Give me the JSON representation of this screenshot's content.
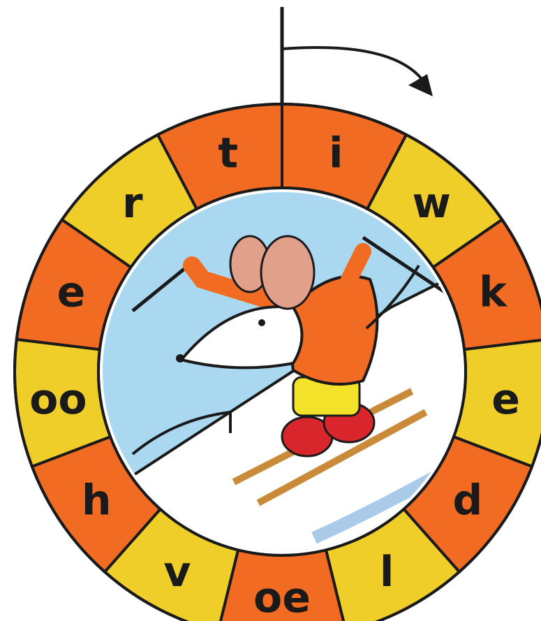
{
  "wheel": {
    "segments": [
      {
        "text": "i",
        "color": "#f26b22"
      },
      {
        "text": "w",
        "color": "#f0ce2a"
      },
      {
        "text": "k",
        "color": "#f26b22"
      },
      {
        "text": "e",
        "color": "#f0ce2a"
      },
      {
        "text": "d",
        "color": "#f26b22"
      },
      {
        "text": "l",
        "color": "#f0ce2a"
      },
      {
        "text": "oe",
        "color": "#f26b22"
      },
      {
        "text": "v",
        "color": "#f0ce2a"
      },
      {
        "text": "h",
        "color": "#f26b22"
      },
      {
        "text": "oo",
        "color": "#f0ce2a"
      },
      {
        "text": "e",
        "color": "#f26b22"
      },
      {
        "text": "r",
        "color": "#f0ce2a"
      },
      {
        "text": "t",
        "color": "#f26b22"
      }
    ],
    "direction": "clockwise"
  },
  "illustration": {
    "subject": "mouse-skiing",
    "colors": {
      "sky": "#a9d8f0",
      "snow": "#ffffff",
      "jacket": "#f26b22",
      "pants": "#f2e22a",
      "boots": "#d8262c",
      "skis": "#c98a3a",
      "ears": "#e0a08a"
    }
  }
}
